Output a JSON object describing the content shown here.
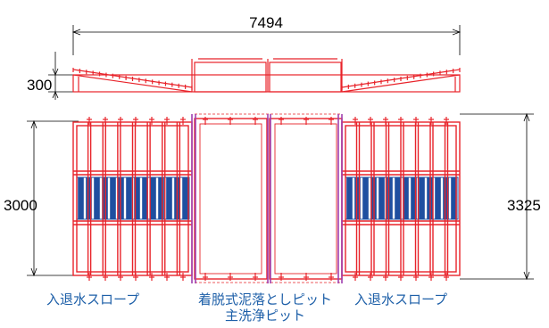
{
  "dimensions": {
    "overall_length": "7494",
    "height": "300",
    "width_inner": "3000",
    "width_outer": "3325"
  },
  "labels": {
    "left": "入退水スロープ",
    "center_line1": "着脱式泥落としピット",
    "center_line2": "主洗浄ピット",
    "right": "入退水スロープ"
  },
  "colors": {
    "frame": "#e8232a",
    "grating": "#1f4fa0",
    "divider": "#a040b0",
    "dimension": "#000000",
    "label": "#1d5fa8"
  }
}
